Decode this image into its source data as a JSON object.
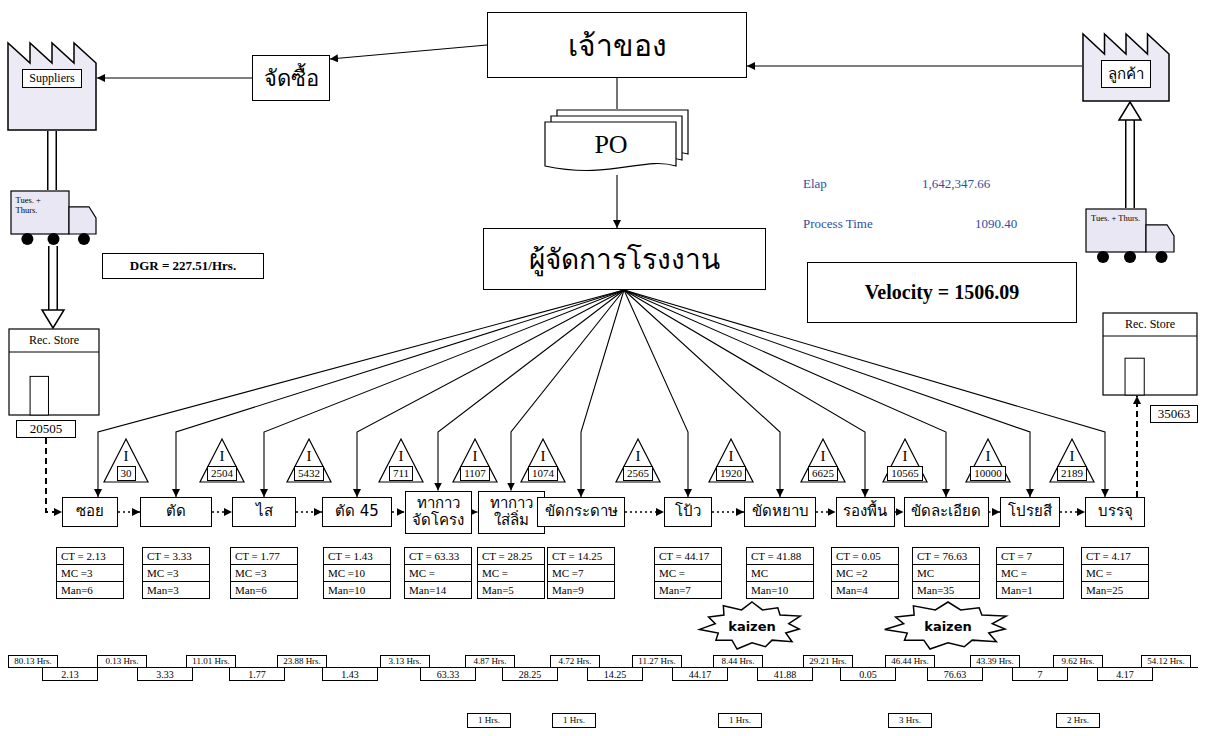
{
  "diagram": {
    "nodes": [
      {
        "text": [
          "เจ้าของ"
        ]
      },
      {
        "text": [
          "จัดซื้อ"
        ]
      },
      {
        "text": [
          "Suppliers"
        ]
      },
      {
        "text": [
          "ลูกค้า"
        ]
      },
      {
        "text": [
          "PO"
        ]
      },
      {
        "text": [
          "Tues. + Thurs."
        ]
      },
      {
        "text": [
          "DGR = 227.51/Hrs."
        ]
      },
      {
        "text": [
          "ผู้จัดการโรงงาน"
        ]
      },
      {
        "text": [
          "Tues. + Thurs."
        ]
      },
      {
        "text": [
          "Velocity = 1506.09"
        ]
      },
      {
        "text": [
          "Rec. Store"
        ]
      },
      {
        "text": [
          "20505"
        ]
      },
      {
        "text": [
          "Rec. Store"
        ]
      },
      {
        "text": [
          "35063"
        ]
      },
      {
        "text": [
          "I",
          "30"
        ]
      },
      {
        "text": [
          "I",
          "2504"
        ]
      },
      {
        "text": [
          "I",
          "5432"
        ]
      },
      {
        "text": [
          "I",
          "711"
        ]
      },
      {
        "text": [
          "I",
          "1107"
        ]
      },
      {
        "text": [
          "I",
          "1074"
        ]
      },
      {
        "text": [
          "I",
          "2565"
        ]
      },
      {
        "text": [
          "I",
          "1920"
        ]
      },
      {
        "text": [
          "I",
          "6625"
        ]
      },
      {
        "text": [
          "I",
          "10565"
        ]
      },
      {
        "text": [
          "I",
          "10000"
        ]
      },
      {
        "text": [
          "I",
          "2189"
        ]
      },
      {
        "text": [
          "ซอย"
        ]
      },
      {
        "text": [
          "ตัด"
        ]
      },
      {
        "text": [
          "ไส"
        ]
      },
      {
        "text": [
          "ตัด 45"
        ]
      },
      {
        "text": [
          "ทากาว จัดโครง"
        ]
      },
      {
        "text": [
          "ทากาว ใส่ลิ่ม"
        ]
      },
      {
        "text": [
          "ขัดกระดาษ"
        ]
      },
      {
        "text": [
          "โป้ว"
        ]
      },
      {
        "text": [
          "ขัดหยาบ"
        ]
      },
      {
        "text": [
          "รองพื้น"
        ]
      },
      {
        "text": [
          "ขัดละเอียด"
        ]
      },
      {
        "text": [
          "โปรยสี"
        ]
      },
      {
        "text": [
          "บรรจุ"
        ]
      },
      {
        "text": [
          "CT = 2.13",
          "MC =3",
          "Man=6"
        ]
      },
      {
        "text": [
          "CT = 3.33",
          "MC =3",
          "Man=3"
        ]
      },
      {
        "text": [
          "CT = 1.77",
          "MC =3",
          "Man=6"
        ]
      },
      {
        "text": [
          "CT = 1.43",
          "MC =10",
          "Man=10"
        ]
      },
      {
        "text": [
          "CT = 63.33",
          "MC =",
          "Man=14"
        ]
      },
      {
        "text": [
          "CT = 28.25",
          "MC =",
          "Man=5"
        ]
      },
      {
        "text": [
          "CT = 14.25",
          "MC =7",
          "Man=9"
        ]
      },
      {
        "text": [
          "CT = 44.17",
          "MC =",
          "Man=7"
        ]
      },
      {
        "text": [
          "CT = 41.88",
          "MC",
          "Man=10"
        ]
      },
      {
        "text": [
          "CT = 0.05",
          "MC =2",
          "Man=4"
        ]
      },
      {
        "text": [
          "CT = 76.63",
          "MC",
          "Man=35"
        ]
      },
      {
        "text": [
          "CT = 7",
          "MC =",
          "Man=1"
        ]
      },
      {
        "text": [
          "CT = 4.17",
          "MC =",
          "Man=25"
        ]
      },
      {
        "text": [
          "kaizen"
        ]
      },
      {
        "text": [
          "kaizen"
        ]
      },
      {
        "text": [
          "80.13 Hrs."
        ]
      },
      {
        "text": [
          "0.13 Hrs."
        ]
      },
      {
        "text": [
          "11.01 Hrs."
        ]
      },
      {
        "text": [
          "23.88 Hrs."
        ]
      },
      {
        "text": [
          "3.13 Hrs."
        ]
      },
      {
        "text": [
          "4.87 Hrs."
        ]
      },
      {
        "text": [
          "4.72 Hrs."
        ]
      },
      {
        "text": [
          "11.27 Hrs."
        ]
      },
      {
        "text": [
          "8.44 Hrs."
        ]
      },
      {
        "text": [
          "29.21 Hrs."
        ]
      },
      {
        "text": [
          "46.44 Hrs."
        ]
      },
      {
        "text": [
          "43.39 Hrs."
        ]
      },
      {
        "text": [
          "9.62 Hrs."
        ]
      },
      {
        "text": [
          "54.12 Hrs."
        ]
      },
      {
        "text": [
          "2.13"
        ]
      },
      {
        "text": [
          "3.33"
        ]
      },
      {
        "text": [
          "1.77"
        ]
      },
      {
        "text": [
          "1.43"
        ]
      },
      {
        "text": [
          "63.33"
        ]
      },
      {
        "text": [
          "28.25"
        ]
      },
      {
        "text": [
          "14.25"
        ]
      },
      {
        "text": [
          "44.17"
        ]
      },
      {
        "text": [
          "41.88"
        ]
      },
      {
        "text": [
          "0.05"
        ]
      },
      {
        "text": [
          "76.63"
        ]
      },
      {
        "text": [
          "7"
        ]
      },
      {
        "text": [
          "4.17"
        ]
      },
      {
        "text": [
          "1 Hrs."
        ]
      },
      {
        "text": [
          "1 Hrs."
        ]
      },
      {
        "text": [
          "1 Hrs."
        ]
      },
      {
        "text": [
          "3 Hrs."
        ]
      },
      {
        "text": [
          "2 Hrs."
        ]
      }
    ],
    "edges": [
      {
        "from": 0,
        "to": 1,
        "arrow": "to"
      },
      {
        "from": 1,
        "to": 2,
        "arrow": "to"
      },
      {
        "from": 3,
        "to": 0,
        "arrow": "to"
      },
      {
        "from": 0,
        "to": 4,
        "arrow": "none"
      },
      {
        "from": 4,
        "to": 7,
        "arrow": "to"
      },
      {
        "from": 2,
        "to": 5,
        "arrow": "none"
      },
      {
        "from": 5,
        "to": 10,
        "arrow": "to"
      },
      {
        "from": 11,
        "to": 26,
        "arrow": "to"
      },
      {
        "from": 7,
        "to": 26,
        "arrow": "to"
      },
      {
        "from": 7,
        "to": 27,
        "arrow": "to"
      },
      {
        "from": 7,
        "to": 28,
        "arrow": "to"
      },
      {
        "from": 7,
        "to": 29,
        "arrow": "to"
      },
      {
        "from": 7,
        "to": 30,
        "arrow": "to"
      },
      {
        "from": 7,
        "to": 31,
        "arrow": "to"
      },
      {
        "from": 7,
        "to": 32,
        "arrow": "to"
      },
      {
        "from": 7,
        "to": 33,
        "arrow": "to"
      },
      {
        "from": 7,
        "to": 34,
        "arrow": "to"
      },
      {
        "from": 7,
        "to": 35,
        "arrow": "to"
      },
      {
        "from": 7,
        "to": 36,
        "arrow": "to"
      },
      {
        "from": 7,
        "to": 37,
        "arrow": "to"
      },
      {
        "from": 7,
        "to": 38,
        "arrow": "to"
      },
      {
        "from": 26,
        "to": 27,
        "arrow": "to"
      },
      {
        "from": 27,
        "to": 28,
        "arrow": "to"
      },
      {
        "from": 28,
        "to": 29,
        "arrow": "to"
      },
      {
        "from": 29,
        "to": 30,
        "arrow": "to"
      },
      {
        "from": 30,
        "to": 31,
        "arrow": "to"
      },
      {
        "from": 31,
        "to": 32,
        "arrow": "to"
      },
      {
        "from": 32,
        "to": 33,
        "arrow": "to"
      },
      {
        "from": 33,
        "to": 34,
        "arrow": "to"
      },
      {
        "from": 34,
        "to": 35,
        "arrow": "to"
      },
      {
        "from": 35,
        "to": 36,
        "arrow": "to"
      },
      {
        "from": 36,
        "to": 37,
        "arrow": "to"
      },
      {
        "from": 37,
        "to": 38,
        "arrow": "to"
      },
      {
        "from": 38,
        "to": 12,
        "arrow": "to"
      },
      {
        "from": 8,
        "to": 3,
        "arrow": "to"
      }
    ],
    "labels": [
      "Elap",
      "1,642,347.66",
      "Process Time",
      "1090.40"
    ]
  }
}
